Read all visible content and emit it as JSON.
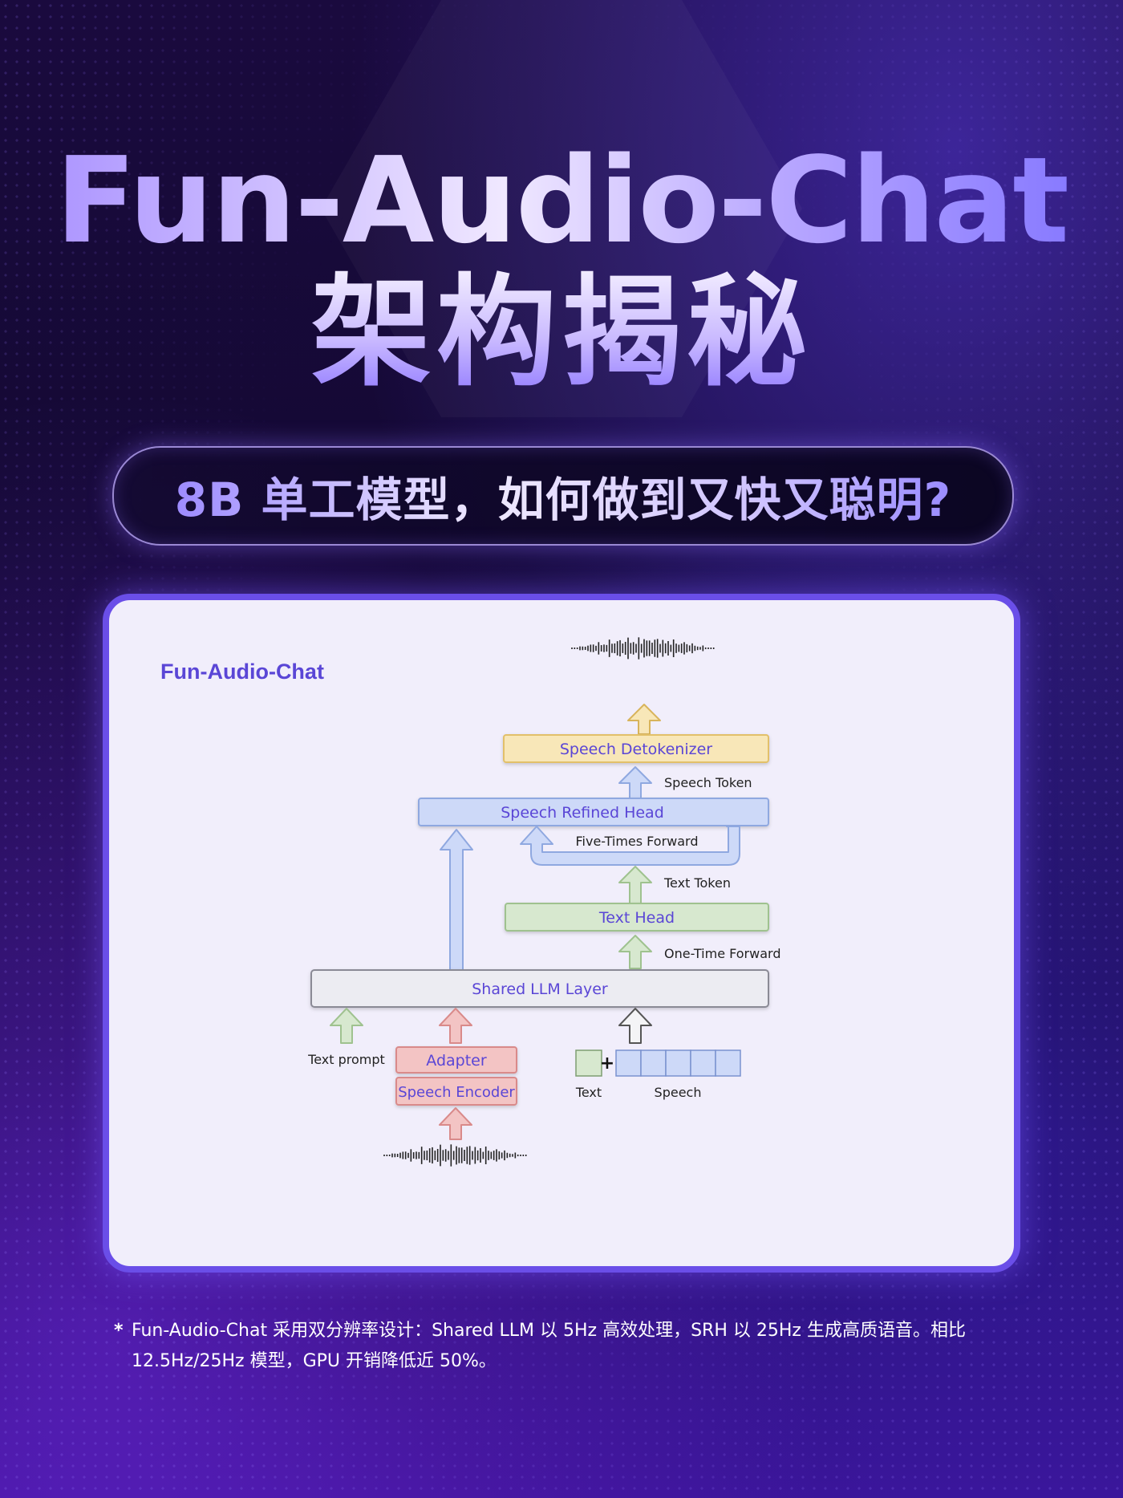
{
  "header": {
    "title": "Fun-Audio-Chat",
    "subtitle": "架构揭秘",
    "tagline": "8B 单工模型，如何做到又快又聪明?"
  },
  "diagram": {
    "label": "Fun-Audio-Chat",
    "blocks": {
      "speech_detokenizer": "Speech Detokenizer",
      "speech_refined_head": "Speech Refined Head",
      "text_head": "Text Head",
      "shared_llm_layer": "Shared LLM Layer",
      "adapter": "Adapter",
      "speech_encoder": "Speech Encoder"
    },
    "labels": {
      "speech_token": "Speech Token",
      "five_times_forward": "Five-Times Forward",
      "text_token": "Text Token",
      "one_time_forward": "One-Time Forward",
      "text_prompt": "Text prompt",
      "text": "Text",
      "speech": "Speech",
      "plus": "+"
    },
    "colors": {
      "detokenizer_fill": "#f8e7b8",
      "detokenizer_stroke": "#e2c06a",
      "refined_fill": "#cdd9f8",
      "refined_stroke": "#8fa8e0",
      "text_head_fill": "#d7e8cf",
      "text_head_stroke": "#9fc28f",
      "llm_fill": "#ececf2",
      "llm_stroke": "#8a8a95",
      "adapter_fill": "#f3c4c4",
      "adapter_stroke": "#d98a8a",
      "label_text": "#5a46d6"
    }
  },
  "footnote": {
    "marker": "*",
    "text": "Fun-Audio-Chat 采用双分辨率设计：Shared LLM 以 5Hz 高效处理，SRH 以 25Hz 生成高质语音。相比 12.5Hz/25Hz 模型，GPU 开销降低近 50%。"
  }
}
